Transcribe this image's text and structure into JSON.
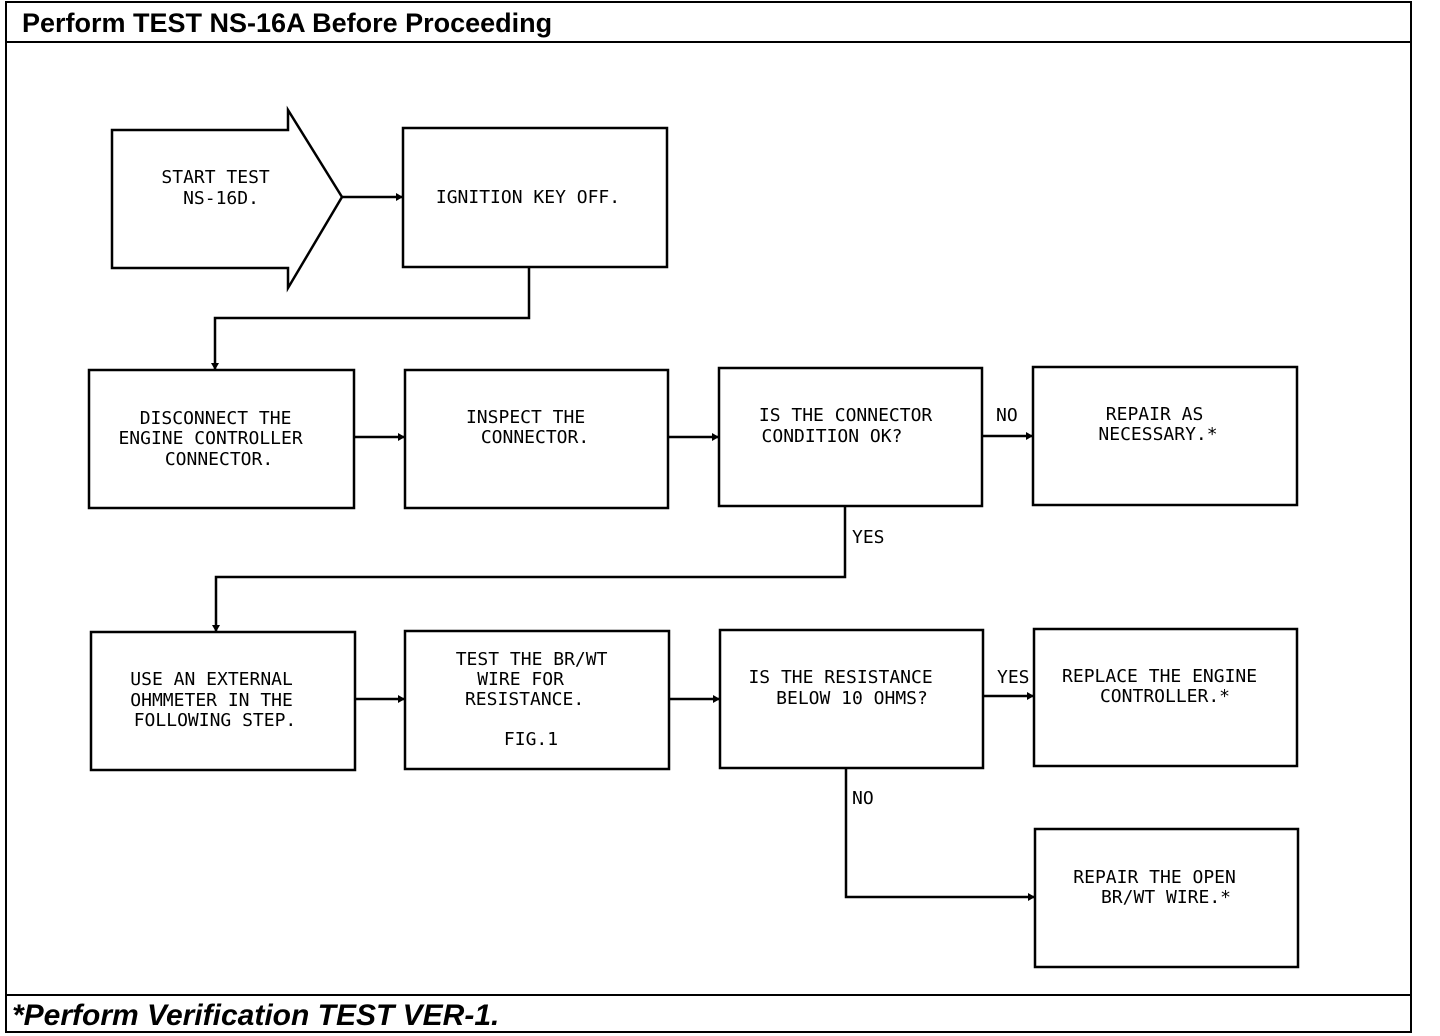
{
  "header": "Perform TEST NS-16A Before Proceeding",
  "footer": "*Perform Verification TEST VER-1.",
  "nodes": {
    "start": [
      "START TEST",
      "NS-16D."
    ],
    "ignition": [
      "IGNITION KEY OFF."
    ],
    "disconnect": [
      "DISCONNECT THE",
      "ENGINE CONTROLLER",
      "CONNECTOR."
    ],
    "inspect": [
      "INSPECT THE",
      "CONNECTOR."
    ],
    "condition": [
      "IS THE CONNECTOR",
      "CONDITION OK?"
    ],
    "repair": [
      "REPAIR AS",
      "NECESSARY.*"
    ],
    "ohmmeter": [
      "USE AN EXTERNAL",
      "OHMMETER IN THE",
      "FOLLOWING STEP."
    ],
    "test_wire": [
      "TEST THE BR/WT",
      "WIRE FOR",
      "RESISTANCE.",
      "",
      "FIG.1"
    ],
    "resistance": [
      "IS THE RESISTANCE",
      "BELOW 10 OHMS?"
    ],
    "replace": [
      "REPLACE THE ENGINE",
      "CONTROLLER.*"
    ],
    "repair_wire": [
      "REPAIR THE OPEN",
      "BR/WT WIRE.*"
    ]
  },
  "edge_labels": {
    "condition_no": "NO",
    "condition_yes": "YES",
    "resistance_yes": "YES",
    "resistance_no": "NO"
  }
}
